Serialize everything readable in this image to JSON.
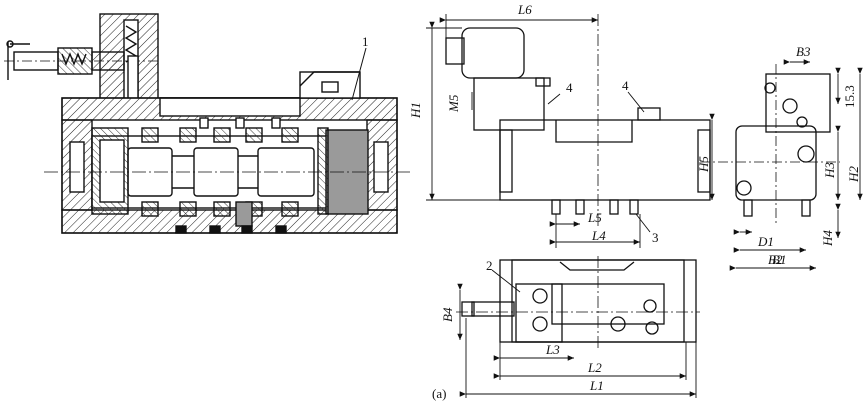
{
  "figure": {
    "caption": "(a)",
    "part_labels": {
      "p1": "1",
      "p2": "2",
      "p3": "3",
      "p4a": "4",
      "p4b": "4"
    },
    "dimensions": {
      "L6": "L6",
      "H1": "H1",
      "M5": "M5",
      "H5": "H5",
      "L5": "L5",
      "L4": "L4",
      "B3": "B3",
      "H2": "H2",
      "v153": "15.3",
      "H3": "H3",
      "H4": "H4",
      "D1": "D1",
      "B2": "B2",
      "B1": "B1",
      "B4": "B4",
      "L3": "L3",
      "L2": "L2",
      "L1": "L1"
    }
  }
}
